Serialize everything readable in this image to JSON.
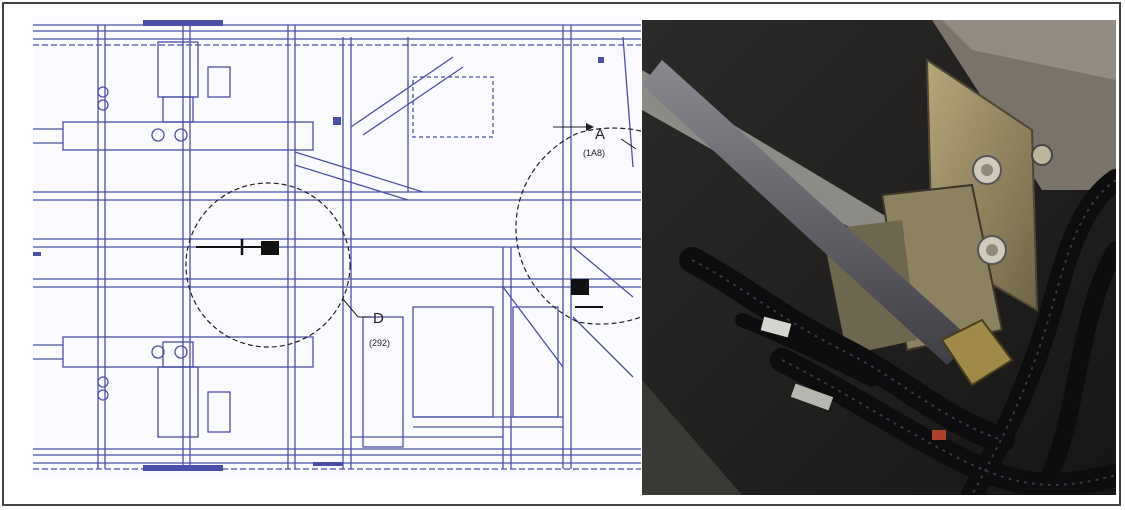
{
  "figure": {
    "callout_a": {
      "letter": "A",
      "ref": "(1A8)"
    },
    "callout_d": {
      "letter": "D",
      "ref": "(292)"
    }
  },
  "colors": {
    "drawing_line": "#4a4fa8",
    "callout_line": "#222222",
    "photo_bg": "#201f1e",
    "bracket": "#9b8f6a",
    "rod": "#5d5c63",
    "harness": "#0d0d0f"
  }
}
